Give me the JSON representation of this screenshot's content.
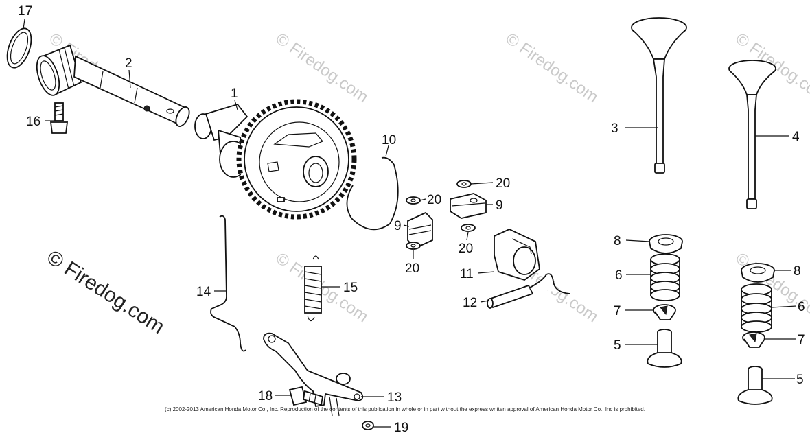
{
  "watermarks": {
    "main": "© Firedog.com",
    "faint": "© Firedog.com"
  },
  "copyright": "(c) 2002-2013 American Honda Motor Co., Inc. Reproduction of the contents of this publication in whole or in part without the express written approval of American Honda Motor Co., Inc is prohibited.",
  "callouts": {
    "c1": "1",
    "c2": "2",
    "c3": "3",
    "c4": "4",
    "c5a": "5",
    "c5b": "5",
    "c6a": "6",
    "c6b": "6",
    "c7a": "7",
    "c7b": "7",
    "c8a": "8",
    "c8b": "8",
    "c9a": "9",
    "c9b": "9",
    "c10": "10",
    "c11": "11",
    "c12": "12",
    "c13": "13",
    "c14": "14",
    "c15": "15",
    "c16": "16",
    "c17": "17",
    "c18": "18",
    "c19": "19",
    "c20a": "20",
    "c20b": "20",
    "c20c": "20",
    "c20d": "20"
  }
}
